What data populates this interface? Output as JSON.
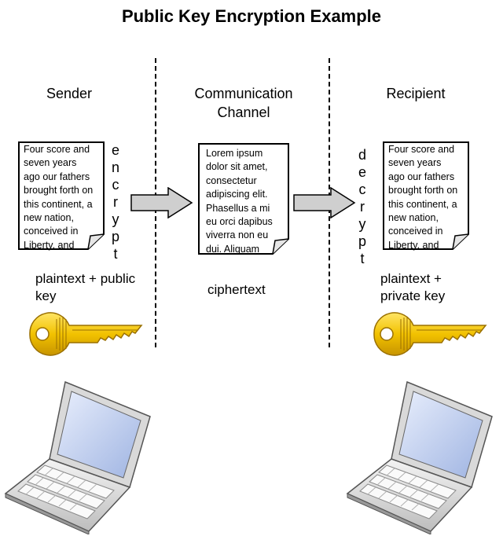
{
  "title": "Public Key Encryption Example",
  "columns": {
    "sender": {
      "label": "Sender",
      "document_text": "Four score and\nseven years\nago our fathers\nbrought forth on\nthis continent, a\nnew nation,\nconceived in\nLiberty, and",
      "caption": "plaintext +  public\nkey",
      "key_icon": "key-icon",
      "device_icon": "laptop-icon"
    },
    "channel": {
      "label": "Communication\nChannel",
      "document_text": "Lorem ipsum\ndolor sit amet,\nconsectetur\nadipiscing elit.\nPhasellus a mi\neu orci dapibus\nviverra non eu\ndui. Aliquam",
      "caption": "ciphertext"
    },
    "recipient": {
      "label": "Recipient",
      "document_text": "Four score and\nseven years\nago our fathers\nbrought forth on\nthis continent, a\nnew nation,\nconceived in\nLiberty, and",
      "caption": "plaintext +\nprivate key",
      "key_icon": "key-icon",
      "device_icon": "laptop-icon"
    }
  },
  "steps": {
    "encrypt": "e\nn\nc\nr\ny\np\nt",
    "decrypt": "d\ne\nc\nr\ny\np\nt"
  },
  "colors": {
    "key_gold": "#f2c200",
    "key_outline": "#9a7000",
    "arrow_fill": "#cfcfcf",
    "laptop_screen": "#b8c8ea"
  }
}
